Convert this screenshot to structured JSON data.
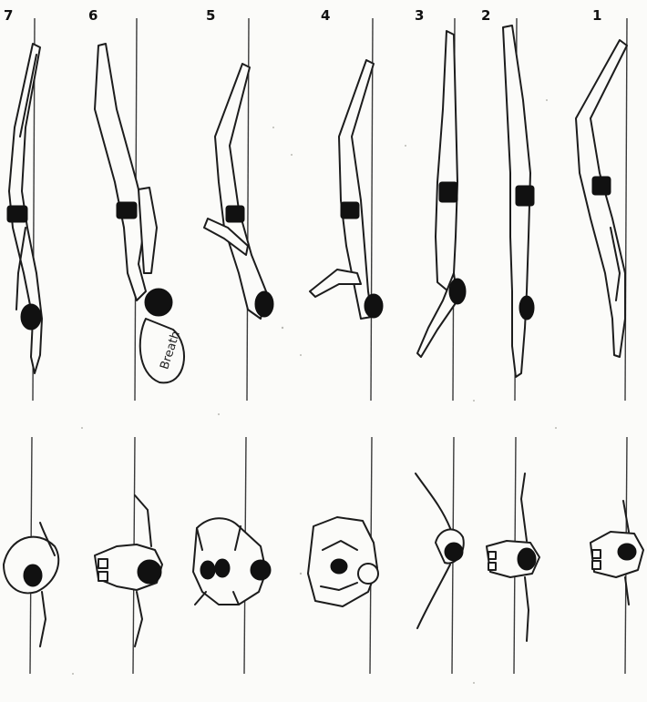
{
  "sequence": {
    "frame_numbers": [
      "7",
      "6",
      "5",
      "4",
      "3",
      "2",
      "1"
    ],
    "breath_label": "Breath"
  },
  "colors": {
    "ink": "#1c1c1c",
    "paper": "#fbfbf9",
    "speckle": "#b9b9b4"
  }
}
